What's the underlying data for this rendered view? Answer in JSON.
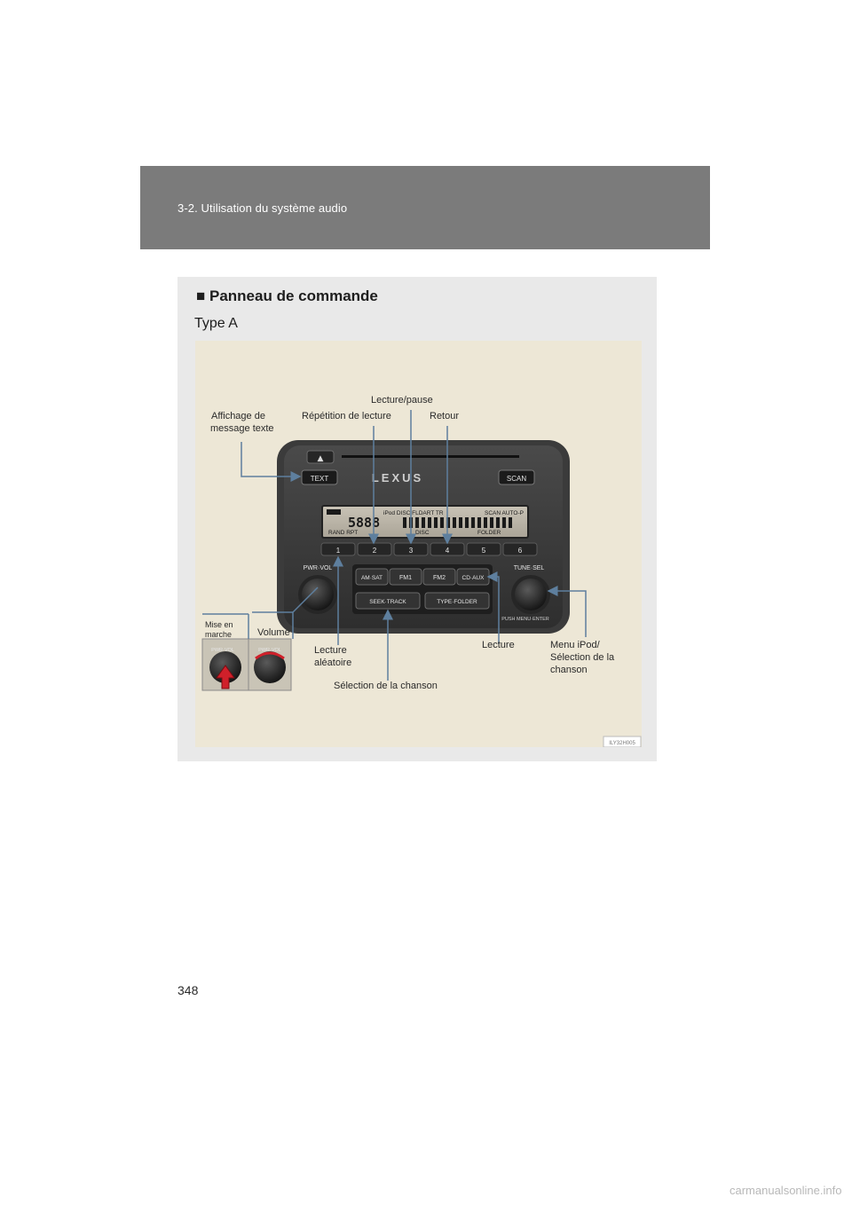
{
  "header": {
    "title": "3-2. Utilisation du système audio"
  },
  "section": {
    "heading": "■ Panneau de commande",
    "type_label": "Type A"
  },
  "callouts": {
    "text_display": "Affichage de",
    "text_display_2": "message texte",
    "repeat": "Répétition de lecture",
    "play_pause": "Lecture/pause",
    "back": "Retour",
    "power_1": "Mise en",
    "power_2": "marche",
    "volume": "Volume",
    "random_1": "Lecture",
    "random_2": "aléatoire",
    "song_select": "Sélection de la chanson",
    "play": "Lecture",
    "ipod_1": "Menu iPod/",
    "ipod_2": "Sélection de la",
    "ipod_3": "chanson"
  },
  "radio": {
    "eject_symbol": "▲",
    "text_button": "TEXT",
    "brand": "LEXUS",
    "scan_button": "SCAN",
    "display_segments": "5888",
    "display_top": "iPod DISC   FLDART TR",
    "display_scan": "SCAN   AUTO-P",
    "display_bottom_left": "RAND   RPT",
    "display_disc": "DISC",
    "display_folder": "FOLDER",
    "presets": [
      "1",
      "2",
      "3",
      "4",
      "5",
      "6"
    ],
    "pwr_vol_label": "PWR·VOL",
    "tune_sel_label": "TUNE·SEL",
    "source_buttons": [
      "AM·SAT",
      "FM1",
      "FM2",
      "CD·AUX"
    ],
    "seek_track": "SEEK·TRACK",
    "type_folder": "TYPE·FOLDER",
    "push_menu_enter": "PUSH MENU·ENTER",
    "inset_label": "PWR·VOL"
  },
  "figure_code": "ILY32H005",
  "page_number": "348",
  "watermark": "carmanualsonline.info",
  "colors": {
    "header_bg": "#7b7b7b",
    "panel_bg": "#e9e9e9",
    "figure_bg": "#ede7d6",
    "callout_line": "#5e7f9e"
  }
}
